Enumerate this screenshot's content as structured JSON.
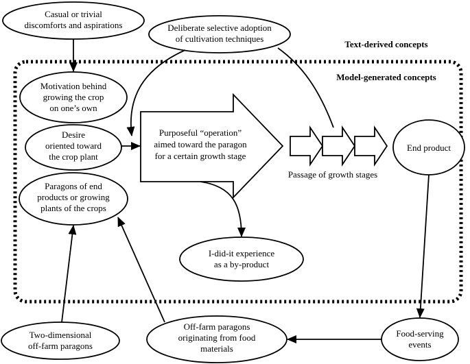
{
  "legend": {
    "text_derived": "Text-derived concepts",
    "model_generated": "Model-generated concepts"
  },
  "nodes": {
    "casual": [
      "Casual or trivial",
      "discomforts and aspirations"
    ],
    "deliberate": [
      "Deliberate selective adoption",
      "of cultivation techniques"
    ],
    "motivation": [
      "Motivation behind",
      "growing the crop",
      "on one’s own"
    ],
    "desire": [
      "Desire",
      "oriented toward",
      "the crop plant"
    ],
    "paragons": [
      "Paragons of end",
      "products or growing",
      "plants of the crops"
    ],
    "operation": [
      "Purposeful “operation”",
      "aimed toward the paragon",
      "for a certain growth stage"
    ],
    "passage": "Passage of growth stages",
    "end_product": "End product",
    "i_did_it": [
      "I-did-it experience",
      "as a by-product"
    ],
    "two_dim": [
      "Two-dimensional",
      "off-farm paragons"
    ],
    "off_farm": [
      "Off-farm paragons",
      "originating from food",
      "materials"
    ],
    "food_serving": [
      "Food-serving",
      "events"
    ]
  }
}
